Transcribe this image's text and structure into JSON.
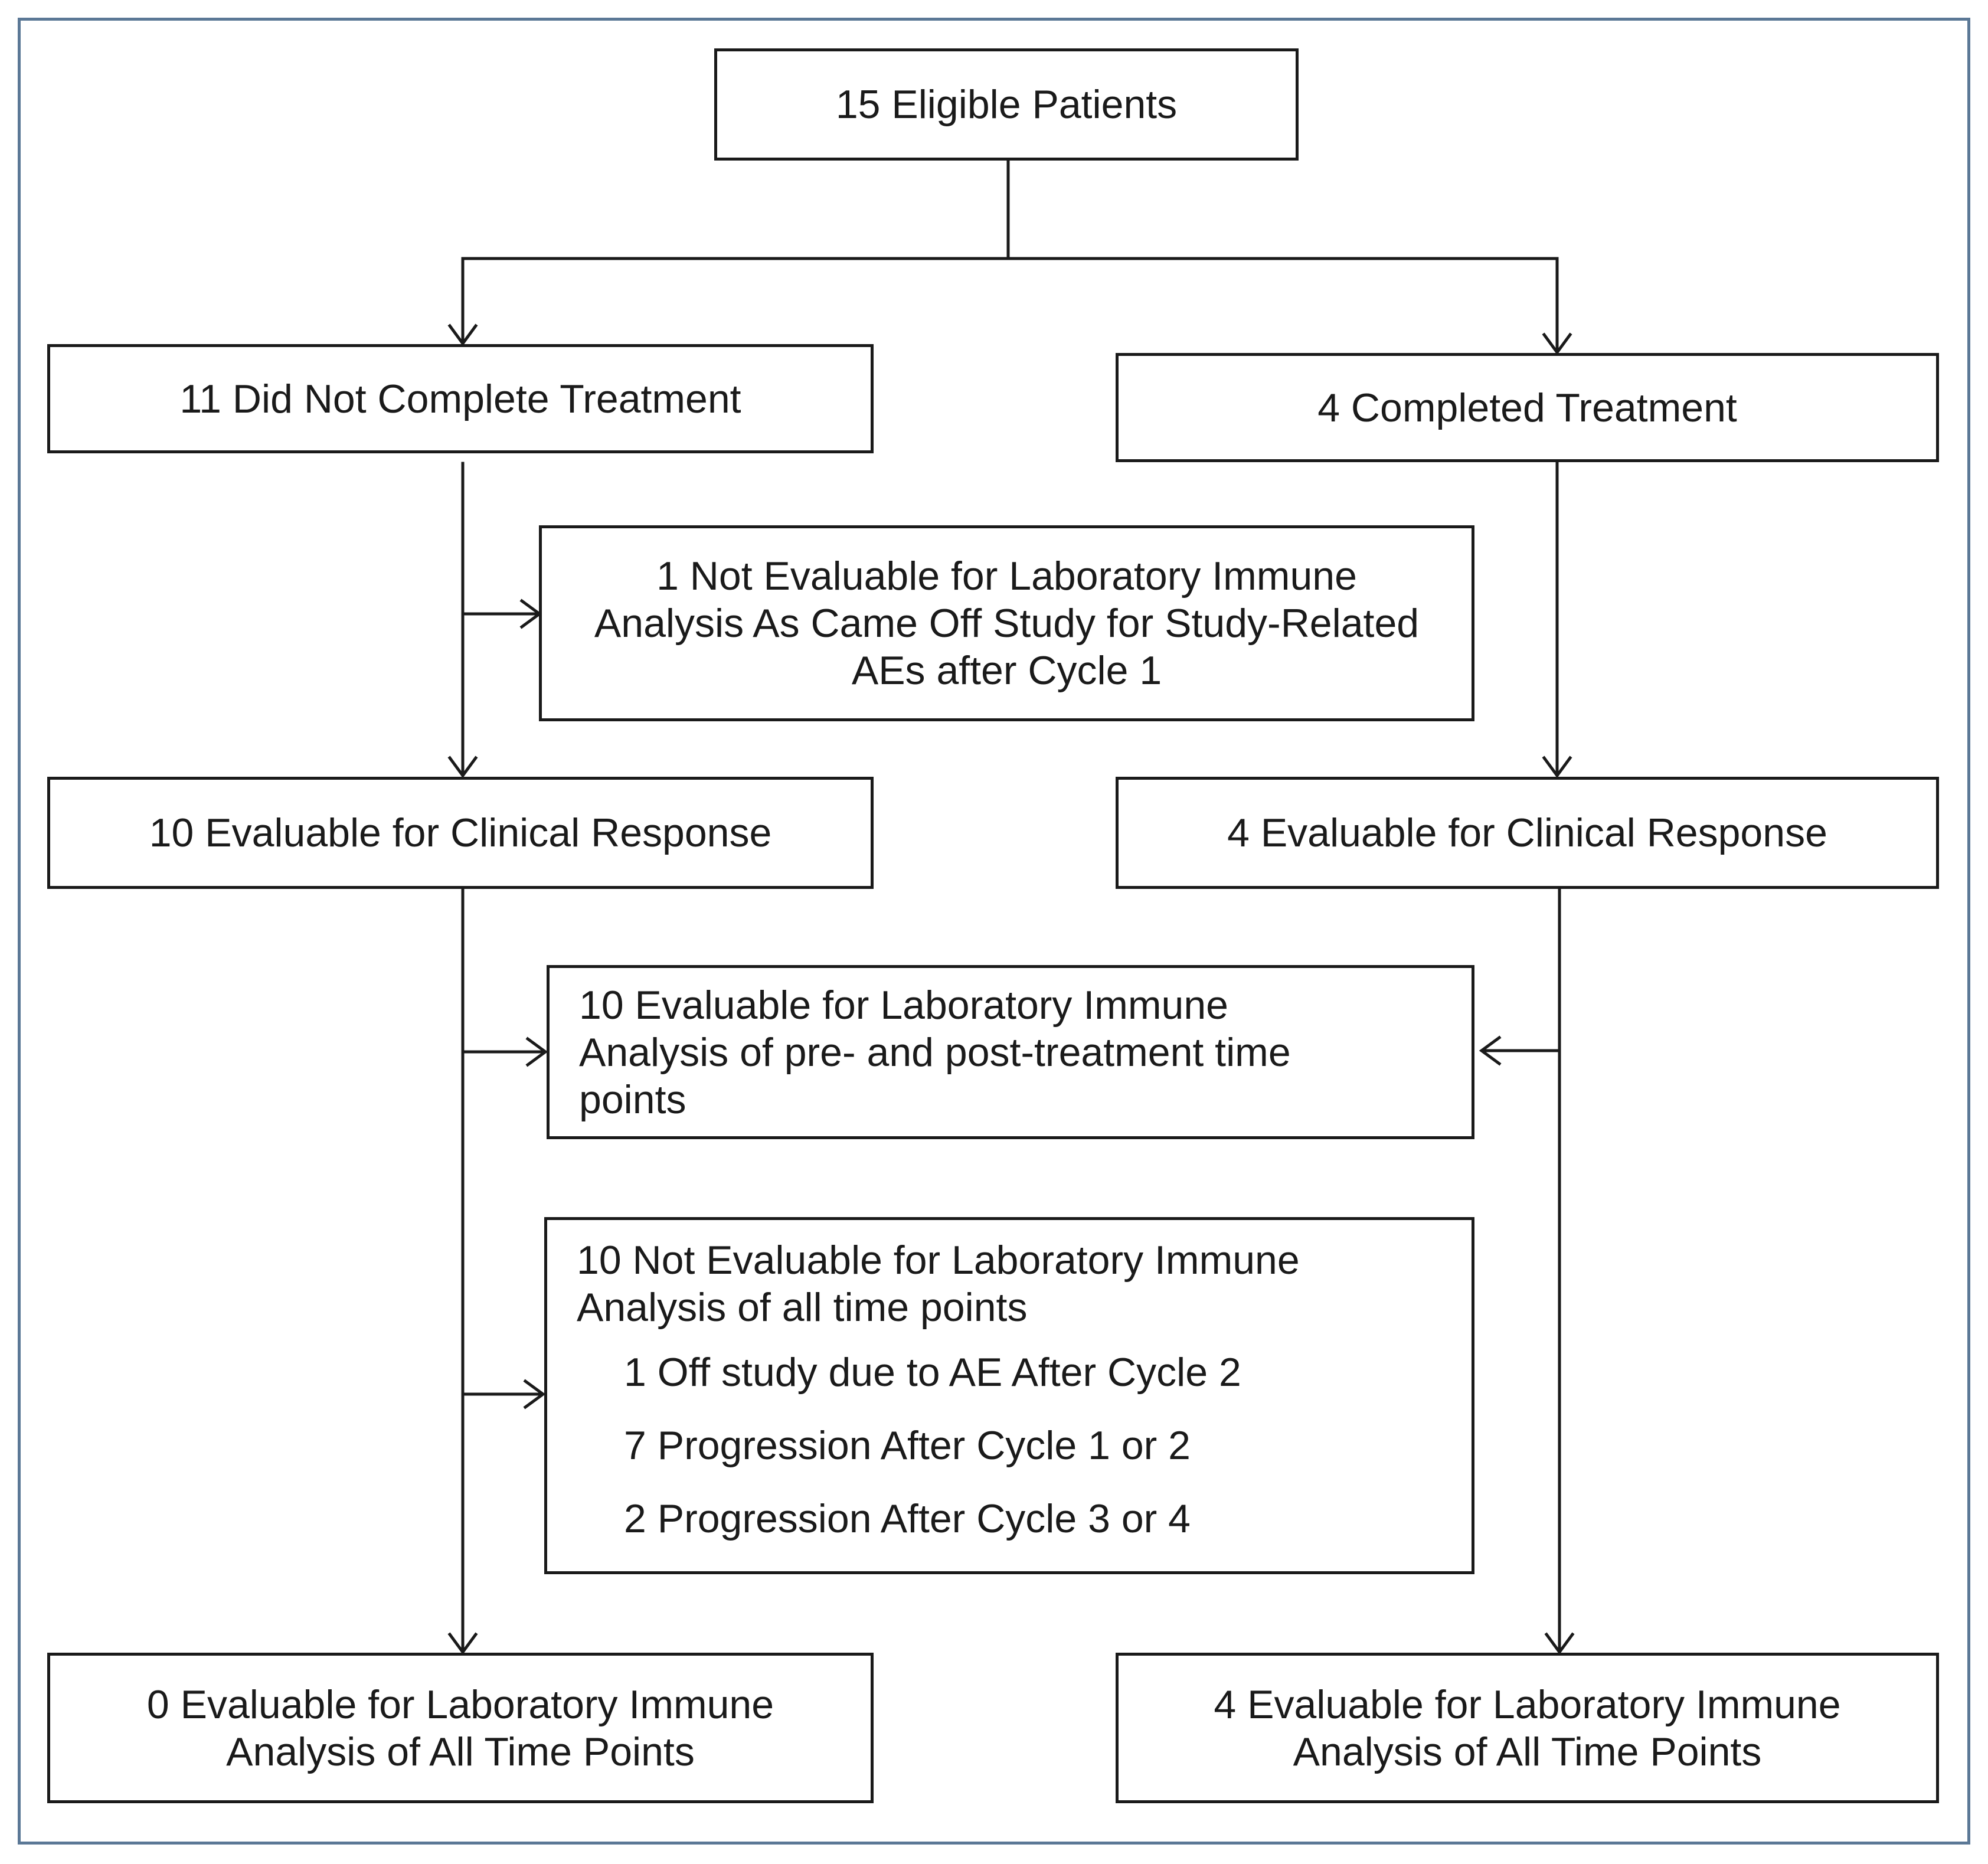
{
  "flowchart": {
    "eligible": {
      "label": "15  Eligible Patients"
    },
    "not_completed": {
      "label": "11  Did Not Complete Treatment"
    },
    "completed": {
      "label": "4  Completed Treatment"
    },
    "not_evaluable_ae": {
      "lines": [
        "1 Not Evaluable for Laboratory Immune",
        "Analysis As Came Off Study for Study-Related",
        "AEs after Cycle 1"
      ]
    },
    "left_clinical": {
      "label": "10  Evaluable for Clinical Response"
    },
    "right_clinical": {
      "label": "4  Evaluable for Clinical Response"
    },
    "pre_post": {
      "lines": [
        "10  Evaluable for Laboratory Immune",
        "Analysis of pre- and post-treatment time",
        "points"
      ]
    },
    "not_all_points": {
      "lines": [
        "10  Not Evaluable for Laboratory Immune",
        "Analysis of all time points"
      ],
      "items": [
        "1  Off study due to AE After Cycle 2",
        "7  Progression After Cycle 1 or 2",
        "2  Progression After Cycle 3 or 4"
      ]
    },
    "left_all_points": {
      "lines": [
        "0  Evaluable for Laboratory Immune",
        "Analysis of All Time Points"
      ]
    },
    "right_all_points": {
      "lines": [
        "4  Evaluable for Laboratory Immune",
        "Analysis of All Time Points"
      ]
    }
  },
  "colors": {
    "frame_border": "#5b7896",
    "box_border": "#1a1a1a",
    "text": "#1a1a1a"
  }
}
